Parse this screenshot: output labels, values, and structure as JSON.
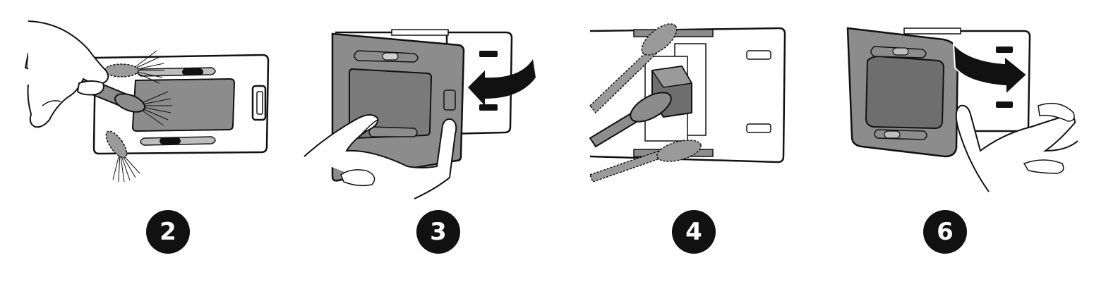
{
  "steps": [
    {
      "number": "2"
    },
    {
      "number": "3"
    },
    {
      "number": "4"
    },
    {
      "number": "6"
    }
  ],
  "colors": {
    "ink": "#111111",
    "filter_gray": "#8c8c8c",
    "filter_dark": "#6e6e6e",
    "brush_gray": "#9a9a9a",
    "badge_background": "#111111",
    "badge_text": "#ffffff",
    "background": "#ffffff"
  }
}
